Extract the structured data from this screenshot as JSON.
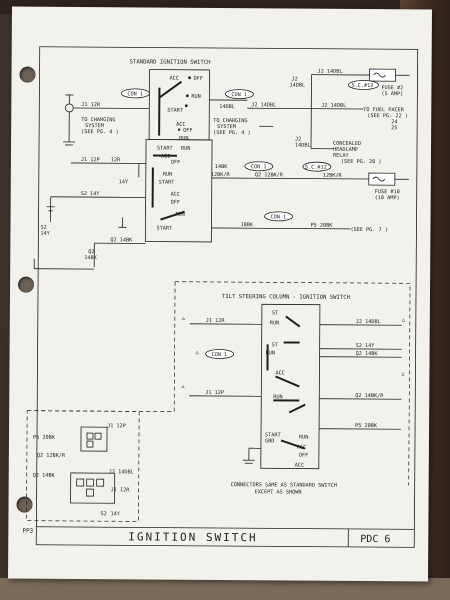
{
  "document": {
    "title": "IGNITION SWITCH",
    "page_code": "PDC 6",
    "footer_code": "PP3",
    "std_switch_title": "STANDARD IGNITION SWITCH",
    "tilt_title": "TILT STEERING COLUMN - IGNITION SWITCH",
    "connectors_note_1": "CONNECTORS SAME AS STANDARD SWITCH",
    "connectors_note_2": "EXCEPT AS SHOWN"
  },
  "switch_positions": {
    "acc": "ACC",
    "off": "OFF",
    "run": "RUN",
    "start": "START",
    "st": "ST",
    "gnd": "GND"
  },
  "connector_labels": {
    "con1": "CON 1"
  },
  "circuits": {
    "j1_12r": "J1 12R",
    "j1_12r_sm": "J1 12R",
    "j1_12p": "J1 12P",
    "j1_12p_sm": "J1 12P",
    "j1_12p_sm2": "J1 12P",
    "j1_12p_r": "J1 12P",
    "j2_14dbl": "J2 14DBL",
    "j2_14dbl_b": "J2 14DBL",
    "j2_14dbl_c": "J2 14DBL",
    "j2_14dbl_d": "J2 14DBL",
    "j2_14dbl_e": "J2 14DBL",
    "j2_stack": "J2",
    "j2_stack2": "14DBL",
    "wire_14dbl": "14DBL",
    "wire_14dbl_b": "14DBL",
    "wire_14bk": "14BK",
    "wire_14y": "14Y",
    "s2_14y": "S2 14Y",
    "s2_14y_b": "S2 14Y",
    "s2_v1": "S2",
    "s2_v2": "14Y",
    "q2_v1": "Q2",
    "q2_v2": "14BK",
    "q2_14bk": "Q2 14BK",
    "q2_14bk_b": "Q2 14BK",
    "q2_14bk_c": "Q2 14BK",
    "q2_12bk_r": "Q2 12BK/R",
    "q2_12bk_r_b": "12BK/R",
    "q2_12bk_r_c": "Q2 12BK/R",
    "q2_12bk_r_d": "Q2 12BK/R",
    "q2_14bk_r": "Q2 14BK/R",
    "wire_12bk_r": "12BK/R",
    "wire_18bk": "18BK",
    "p5_20bk": "P5 20BK",
    "p5_20bk_b": "P5 20BK",
    "p5_20bk_c": "P5 20BK",
    "wire_12r": "12R"
  },
  "references": {
    "charging_1": "TO CHARGING",
    "charging_2": "SYSTEM",
    "charging_3": "(SEE PG. 4 )",
    "charging2_1": "TO CHARGING",
    "charging2_2": "SYSTEM",
    "charging2_3": "(SEE PG. 4 )",
    "fuel_pacer_1": "TO FUEL PACER",
    "fuel_pacer_2": "(SEE PG. 22 )",
    "fuel_pacer_3": "24",
    "fuel_pacer_4": "25",
    "headlamp_1": "CONCEALED",
    "headlamp_2": "HEADLAMP",
    "headlamp_3": "RELAY",
    "headlamp_4": "(SEE PG. 20 )",
    "see_pg_7": "(SEE PG. 7 )",
    "fuse2_1": "FUSE #2",
    "fuse2_2": "(5 AMP)",
    "fuse10_1": "FUSE #10",
    "fuse10_2": "(10 AMP)",
    "sc13": "S.C.#13",
    "sc12": "S.C.#12"
  }
}
